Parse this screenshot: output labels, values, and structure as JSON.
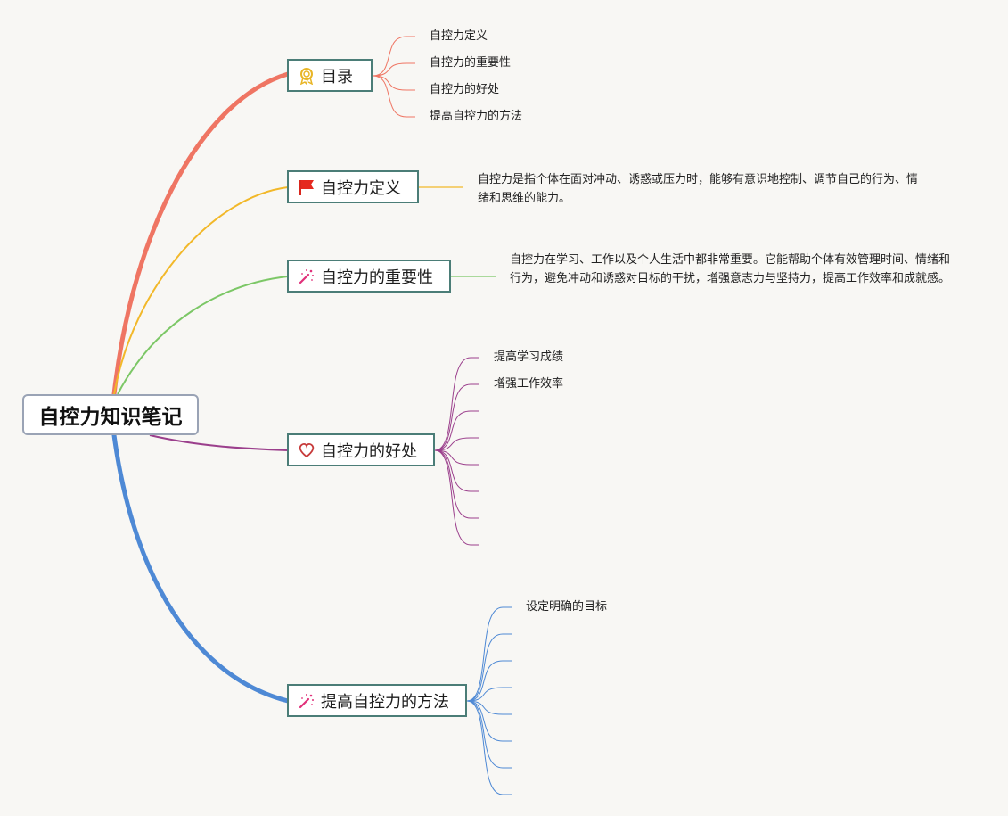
{
  "root": {
    "label": "自控力知识笔记"
  },
  "branches": {
    "toc": {
      "label": "目录",
      "icon": "award-ribbon-icon",
      "color": "#ef7563",
      "items": [
        "自控力定义",
        "自控力的重要性",
        "自控力的好处",
        "提高自控力的方法"
      ]
    },
    "definition": {
      "label": "自控力定义",
      "icon": "red-flag-icon",
      "color": "#f2b829",
      "note": "自控力是指个体在面对冲动、诱惑或压力时，能够有意识地控制、调节自己的行为、情绪和思维的能力。"
    },
    "importance": {
      "label": "自控力的重要性",
      "icon": "magic-wand-icon",
      "color": "#7cc766",
      "note": "自控力在学习、工作以及个人生活中都非常重要。它能帮助个体有效管理时间、情绪和行为，避免冲动和诱惑对目标的干扰，增强意志力与坚持力，提高工作效率和成就感。"
    },
    "benefits": {
      "label": "自控力的好处",
      "icon": "heart-outline-icon",
      "color": "#9b3f8c",
      "items": [
        "提高学习成绩",
        "增强工作效率",
        "",
        "",
        "",
        "",
        "",
        ""
      ]
    },
    "methods": {
      "label": "提高自控力的方法",
      "icon": "magic-wand-icon",
      "color": "#4e89d5",
      "items": [
        "设定明确的目标",
        "",
        "",
        "",
        "",
        "",
        "",
        ""
      ]
    }
  }
}
